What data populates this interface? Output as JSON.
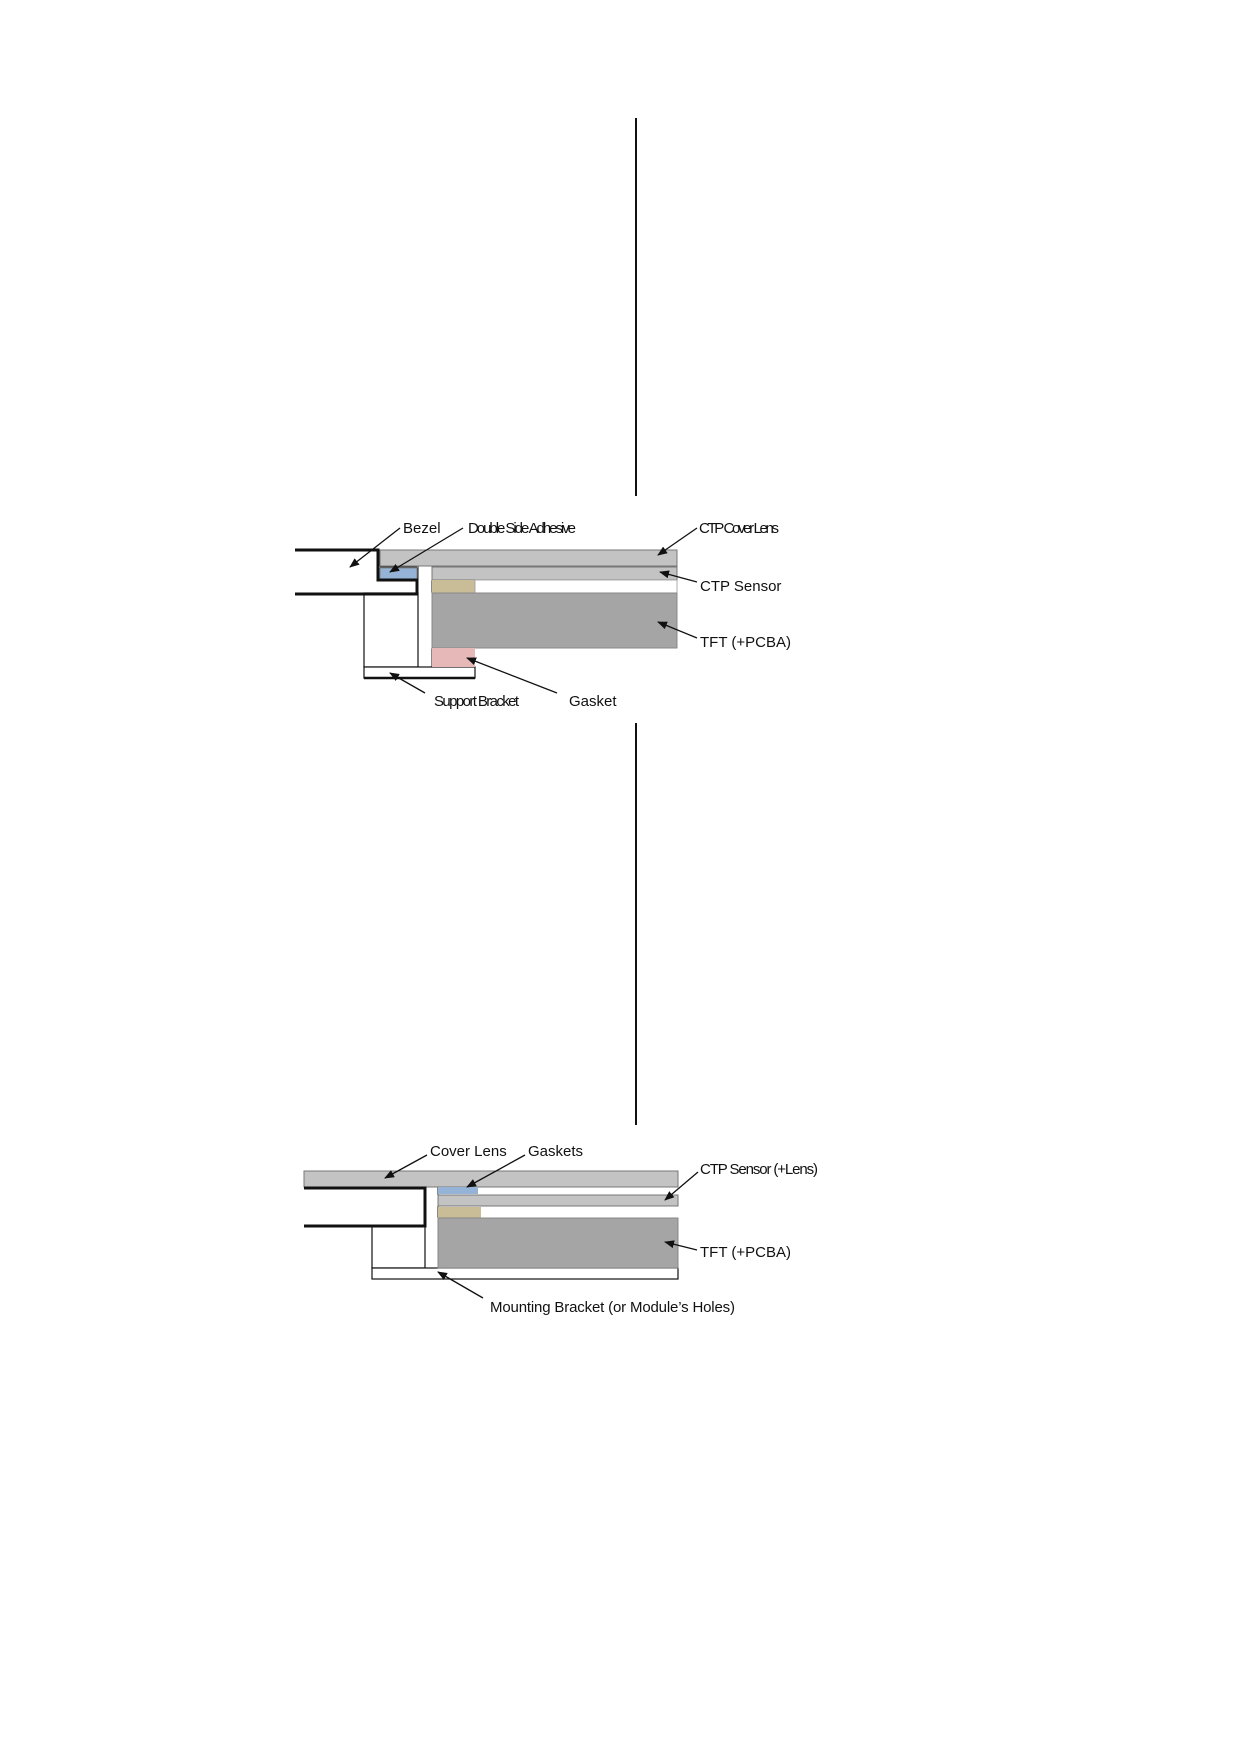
{
  "diagram1": {
    "labels": {
      "bezel": "Bezel",
      "adhesive": "Double Side Adhesive",
      "cover_lens": "CTP Cover Lens",
      "sensor": "CTP Sensor",
      "tft": "TFT (+PCBA)",
      "bracket": "Support Bracket",
      "gasket": "Gasket"
    }
  },
  "diagram2": {
    "labels": {
      "cover_lens": "Cover Lens",
      "gaskets": "Gaskets",
      "sensor": "CTP Sensor (+Lens)",
      "tft": "TFT (+PCBA)",
      "bracket": "Mounting Bracket (or Module’s Holes)"
    }
  },
  "colors": {
    "lens": "#c3c3c3",
    "tft": "#a5a5a5",
    "adhesive": "#95b3d7",
    "tan_gasket": "#c9bd98",
    "pink_gasket": "#e6b9b8"
  }
}
